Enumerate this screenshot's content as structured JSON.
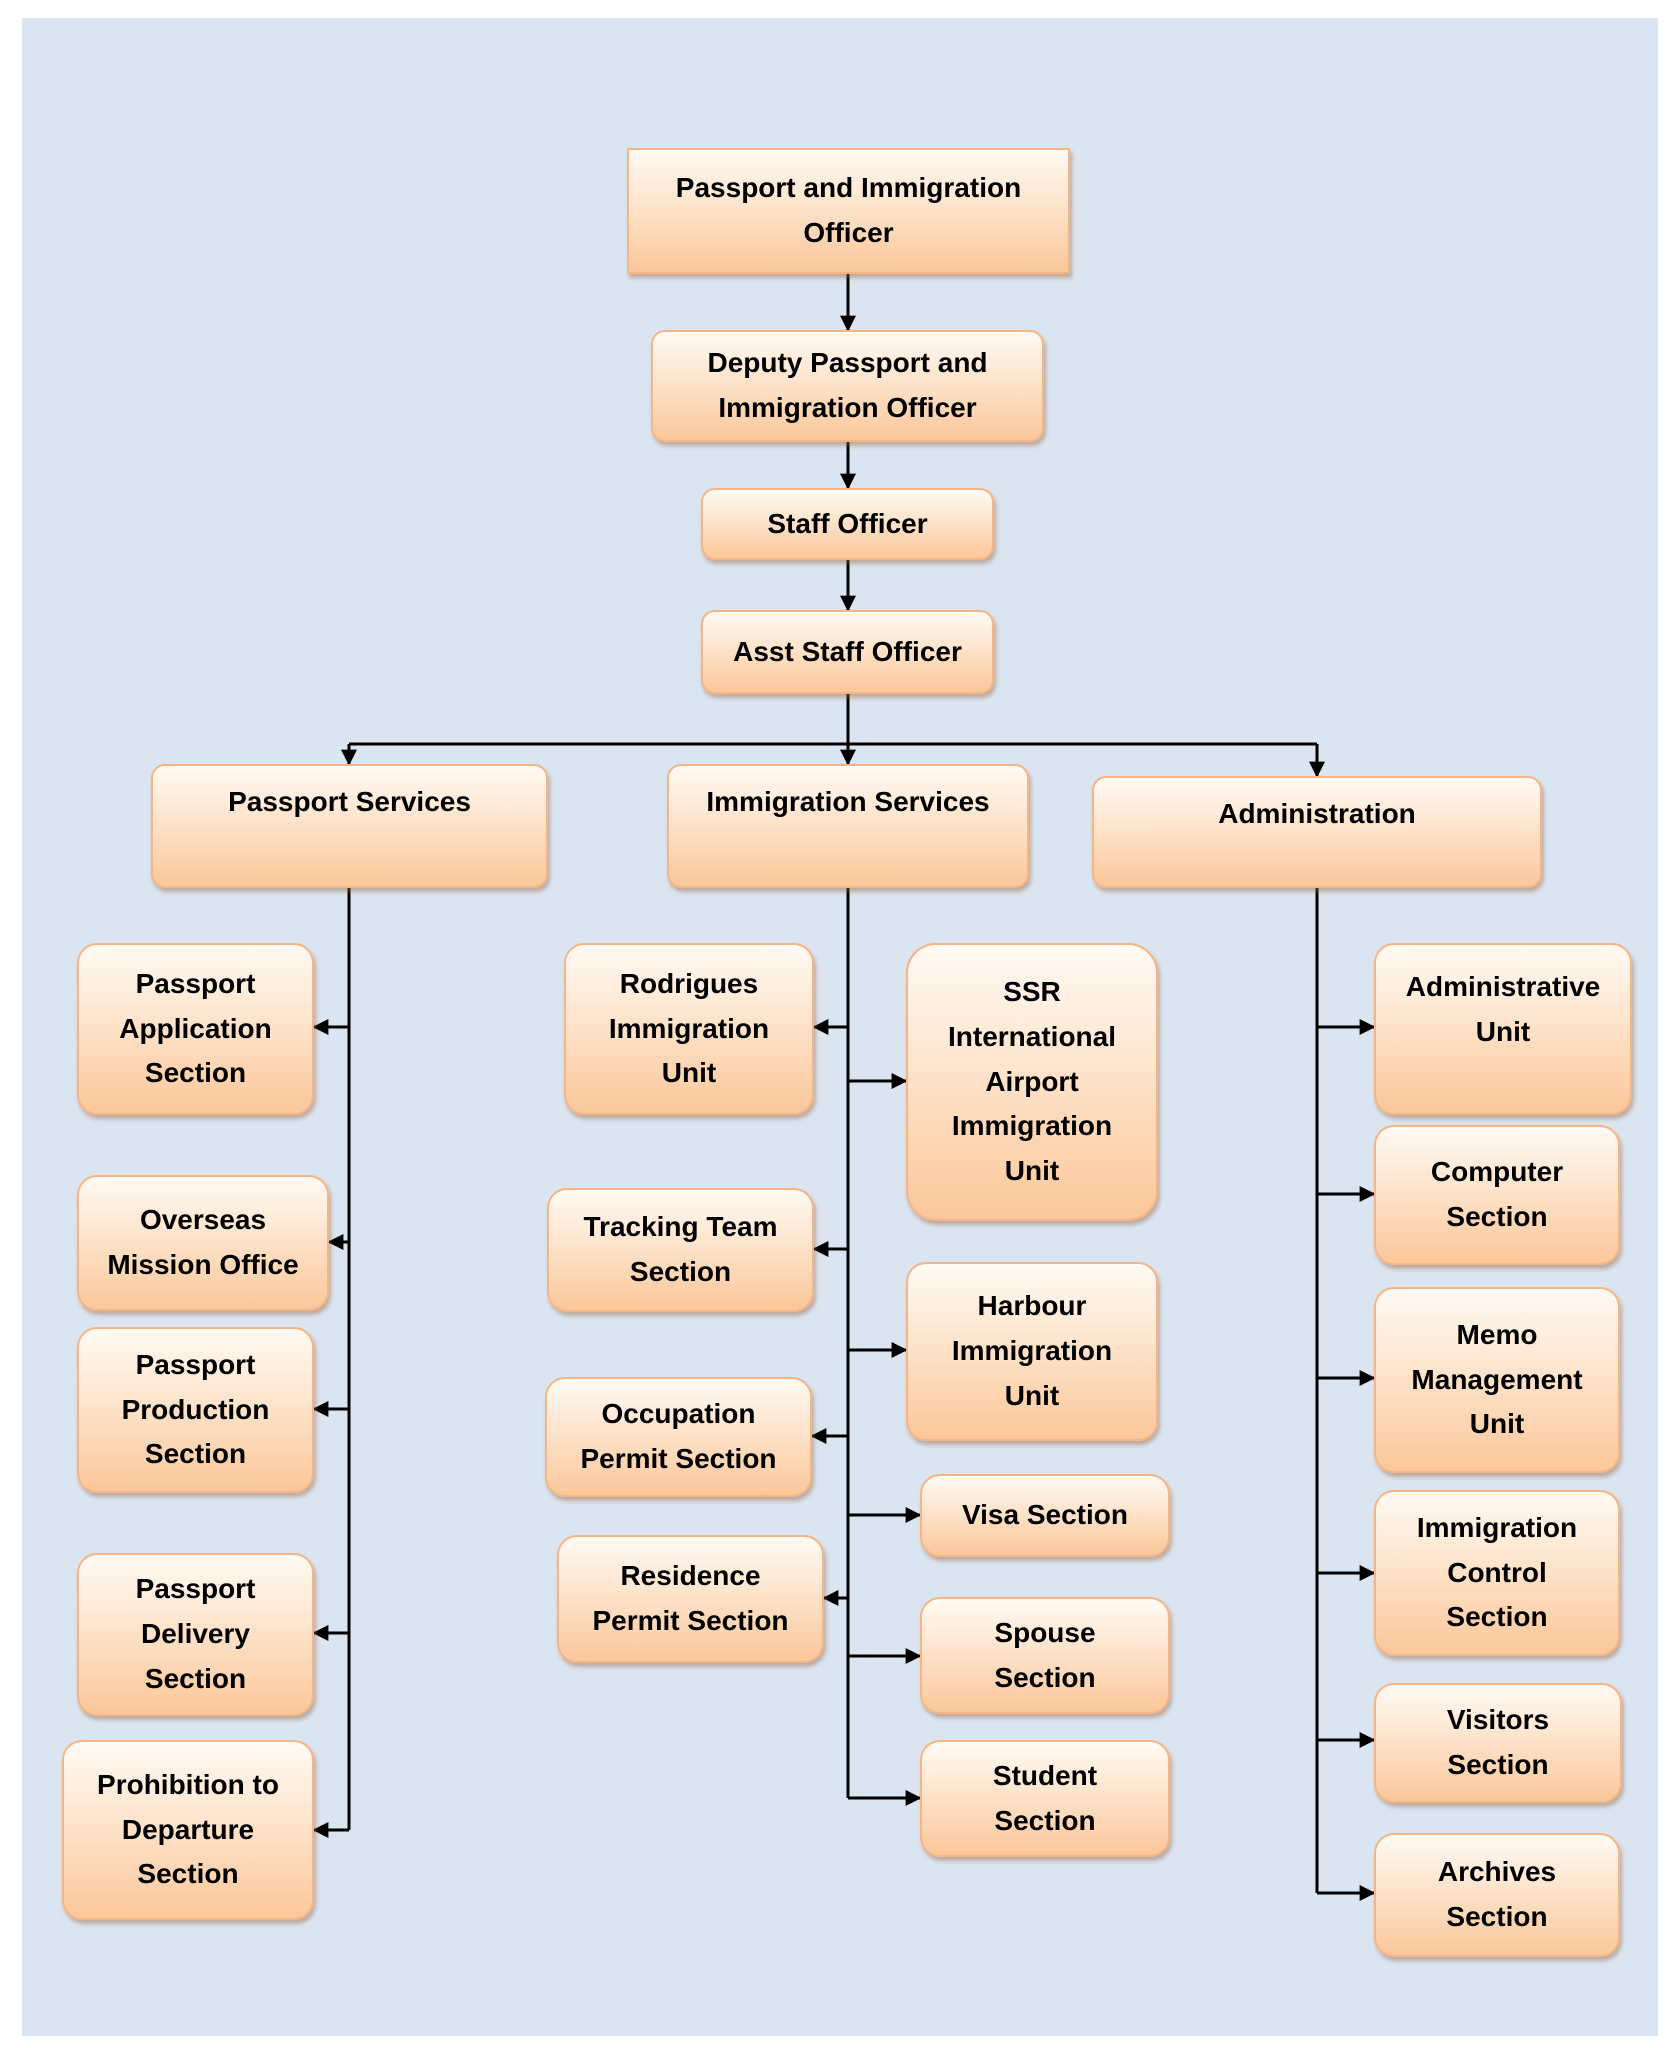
{
  "diagram": {
    "top": {
      "officer": "Passport and Immigration\nOfficer",
      "deputy": "Deputy Passport and\nImmigration Officer",
      "staff": "Staff Officer",
      "asst": "Asst Staff Officer"
    },
    "divisions": {
      "passport": "Passport Services",
      "immigration": "Immigration Services",
      "admin": "Administration"
    },
    "passport_units": {
      "application": "Passport\nApplication\nSection",
      "overseas": "Overseas\nMission Office",
      "production": "Passport\nProduction\nSection",
      "delivery": "Passport\nDelivery\nSection",
      "prohibition": "Prohibition to\nDeparture\nSection"
    },
    "immigration_units": {
      "rodrigues": "Rodrigues\nImmigration\nUnit",
      "tracking": "Tracking Team\nSection",
      "occupation": "Occupation\nPermit Section",
      "residence": "Residence\nPermit Section",
      "ssr": "SSR\nInternational\nAirport\nImmigration\nUnit",
      "harbour": "Harbour\nImmigration\nUnit",
      "visa": "Visa Section",
      "spouse": "Spouse\nSection",
      "student": "Student\nSection"
    },
    "admin_units": {
      "administrative": "Administrative\nUnit",
      "computer": "Computer\nSection",
      "memo": "Memo\nManagement\nUnit",
      "control": "Immigration\nControl\nSection",
      "visitors": "Visitors\nSection",
      "archives": "Archives\nSection"
    }
  },
  "colors": {
    "background": "#dbe5f1",
    "box_fill_top": "#fffaf4",
    "box_fill_bottom": "#fbc79a",
    "box_border": "#f6b584",
    "connector": "#000000"
  }
}
